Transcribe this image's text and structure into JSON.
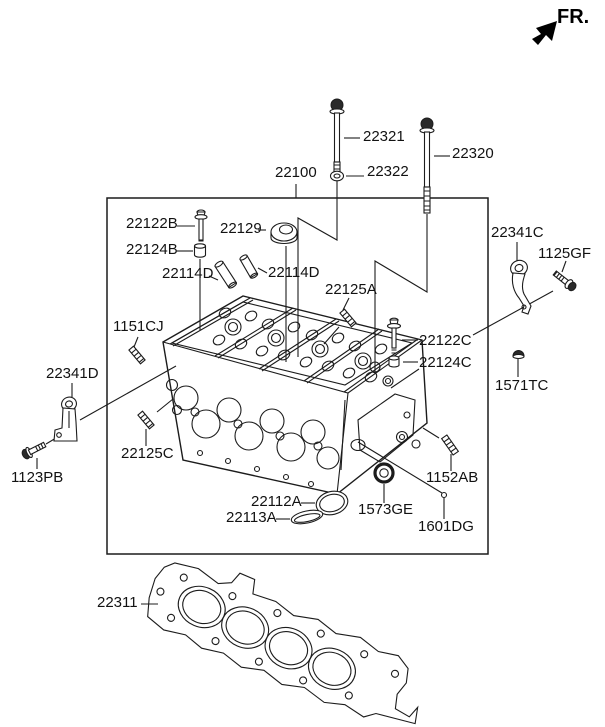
{
  "diagram": {
    "direction_indicator": "FR.",
    "parts": {
      "p22100": "22100",
      "p22321": "22321",
      "p22322": "22322",
      "p22320": "22320",
      "p22122B": "22122B",
      "p22124B": "22124B",
      "p22129": "22129",
      "p22114D_left": "22114D",
      "p22114D_right": "22114D",
      "p22125A": "22125A",
      "p1151CJ": "1151CJ",
      "p22341C": "22341C",
      "p1125GF": "1125GF",
      "p22122C": "22122C",
      "p22124C": "22124C",
      "p1571TC": "1571TC",
      "p22341D": "22341D",
      "p22125C": "22125C",
      "p1123PB": "1123PB",
      "p1152AB": "1152AB",
      "p22112A": "22112A",
      "p22113A": "22113A",
      "p1573GE": "1573GE",
      "p1601DG": "1601DG",
      "p22311": "22311"
    },
    "icons": {
      "direction_arrow": "arrow-northeast",
      "p22100": "cylinder-head-assembly-box",
      "p22321": "long-flange-bolt",
      "p22322": "washer",
      "p22320": "long-flange-bolt",
      "p22122B": "small-flange-bolt",
      "p22124B": "cap-nut",
      "p22129": "sealing-cap",
      "p22114D": "dowel-pin",
      "p22125A": "stud-bolt",
      "p1151CJ": "stud-bolt",
      "p22341C": "support-bracket",
      "p1125GF": "flange-bolt",
      "p22122C": "flange-bolt",
      "p22124C": "cap-nut",
      "p1571TC": "dome-plug",
      "p22341D": "support-bracket",
      "p22125C": "stud-bolt",
      "p1123PB": "flange-bolt",
      "p1152AB": "stud-bolt",
      "p22112A": "o-ring",
      "p22113A": "oval-gasket-ring",
      "p1573GE": "oil-seal",
      "p1601DG": "plug-location-point",
      "p22311": "cylinder-head-gasket"
    },
    "colors": {
      "background": "#ffffff",
      "line_art": "#1c1c1c",
      "label_text": "#121212"
    }
  }
}
